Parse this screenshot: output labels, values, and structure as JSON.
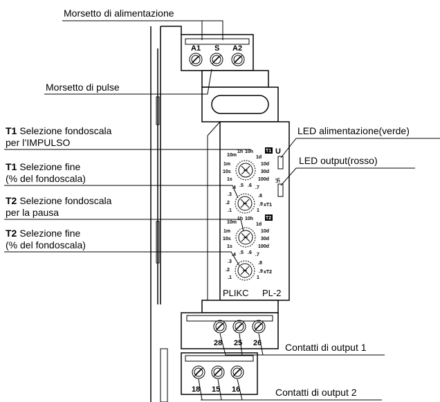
{
  "callouts": {
    "power_terminal": "Morsetto di alimentazione",
    "pulse_terminal": "Morsetto di pulse",
    "t1_range": {
      "prefix": "T1",
      "line1": "Selezione fondoscala",
      "line2": "per l’IMPULSO"
    },
    "t1_fine": {
      "prefix": "T1",
      "line1": "Selezione fine",
      "line2": "(% del fondoscala)"
    },
    "t2_range": {
      "prefix": "T2",
      "line1": "Selezione fondoscala",
      "line2": "per la pausa"
    },
    "t2_fine": {
      "prefix": "T2",
      "line1": "Selezione fine",
      "line2": "(% del fondoscala)"
    },
    "led_power": "LED alimentazione(verde)",
    "led_output": "LED output(rosso)",
    "output1": "Contatti di output 1",
    "output2": "Contatti di output 2"
  },
  "terminals": {
    "top": [
      "A1",
      "S",
      "A2"
    ],
    "output1": [
      "28",
      "25",
      "26"
    ],
    "output2": [
      "18",
      "15",
      "16"
    ]
  },
  "dials": {
    "range_labels": [
      "10m",
      "1h",
      "10h",
      "1d",
      "1m",
      "10d",
      "10s",
      "30d",
      "1s",
      "100d"
    ],
    "fine_labels": [
      ".4",
      ".5",
      ".6",
      ".7",
      ".3",
      ".8",
      ".2",
      ".9",
      ".1",
      "1"
    ],
    "t1_badge": "T1",
    "t2_badge": "T2",
    "xt1": "xT1",
    "xt2": "xT2",
    "u_mark": "U",
    "relay_mark": "卐"
  },
  "brand": {
    "left": "PLIKC",
    "right": "PL-2"
  }
}
